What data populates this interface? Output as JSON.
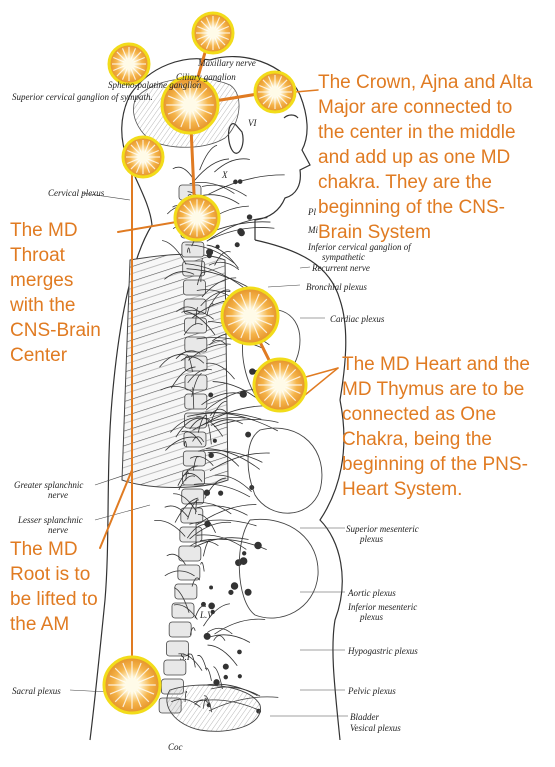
{
  "annotations": {
    "crown": [
      "The Crown, Ajna and Alta",
      "Major are connected to",
      "the center in the middle",
      "and add up as one MD",
      "chakra. They are the",
      "beginning of the CNS-",
      "Brain System"
    ],
    "throat": [
      "The MD",
      "Throat",
      "merges",
      "with the",
      "CNS-Brain",
      "Center"
    ],
    "heart": [
      "The MD Heart and the",
      "MD Thymus are to be",
      "connected as One",
      "Chakra, being the",
      "beginning of the PNS-",
      "Heart System."
    ],
    "root": [
      "The MD",
      "Root is to",
      "be lifted to",
      "the AM"
    ]
  },
  "labels": {
    "maxillary_nerve": "Maxillary nerve",
    "ciliary_ganglion": "Ciliary ganglion",
    "spheno_ganglion": "Spheno-palatine ganglion",
    "superior_cervical": "Superior cervical ganglion of sympath.",
    "cervical_plexus": "Cervical plexus",
    "pl": "Pl",
    "mi": "Mi",
    "inferior_cervical": "Inferior cervical ganglion of",
    "sympathetic": "sympathetic",
    "recurrent_nerve": "Recurrent nerve",
    "bronchial_plexus": "Bronchial plexus",
    "cardiac_plexus": "Cardiac plexus",
    "greater_splanchnic": "Greater splanchnic",
    "greater_splanchnic_2": "nerve",
    "lesser_splanchnic": "Lesser splanchnic",
    "lesser_splanchnic_2": "nerve",
    "superior_mesenteric": "Superior mesenteric",
    "superior_mesenteric_2": "plexus",
    "aortic_plexus": "Aortic plexus",
    "inferior_mesenteric": "Inferior mesenteric",
    "inferior_mesenteric_2": "plexus",
    "hypogastric_plexus": "Hypogastric plexus",
    "sacral_plexus": "Sacral plexus",
    "pelvic_plexus": "Pelvic plexus",
    "bladder": "Bladder",
    "vesical_plexus": "Vesical plexus",
    "coc": "Coc",
    "vi": "VI",
    "x": "X",
    "l5": "L.V",
    "s1": "S.I"
  },
  "colors": {
    "annotation": "#e07b22",
    "chakra_ring": "#f2dc1a",
    "chakra_core": "#fffbe8",
    "chakra_mid": "#f3b24a",
    "line": "#e07b22",
    "drawing": "#333333"
  },
  "chakra_icon": "radiant-sun-icon"
}
